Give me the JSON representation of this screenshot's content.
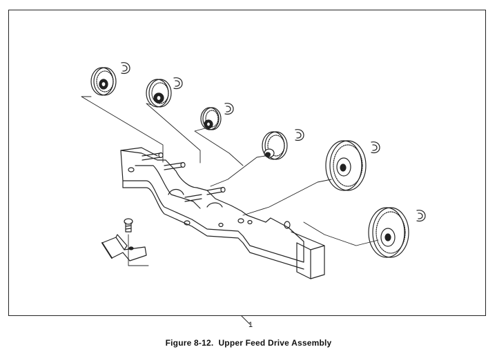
{
  "figure": {
    "number_label": "Figure 8-12.",
    "title": "Upper Feed Drive Assembly",
    "callout": "1"
  },
  "colors": {
    "ink": "#222222",
    "paper": "#ffffff"
  }
}
